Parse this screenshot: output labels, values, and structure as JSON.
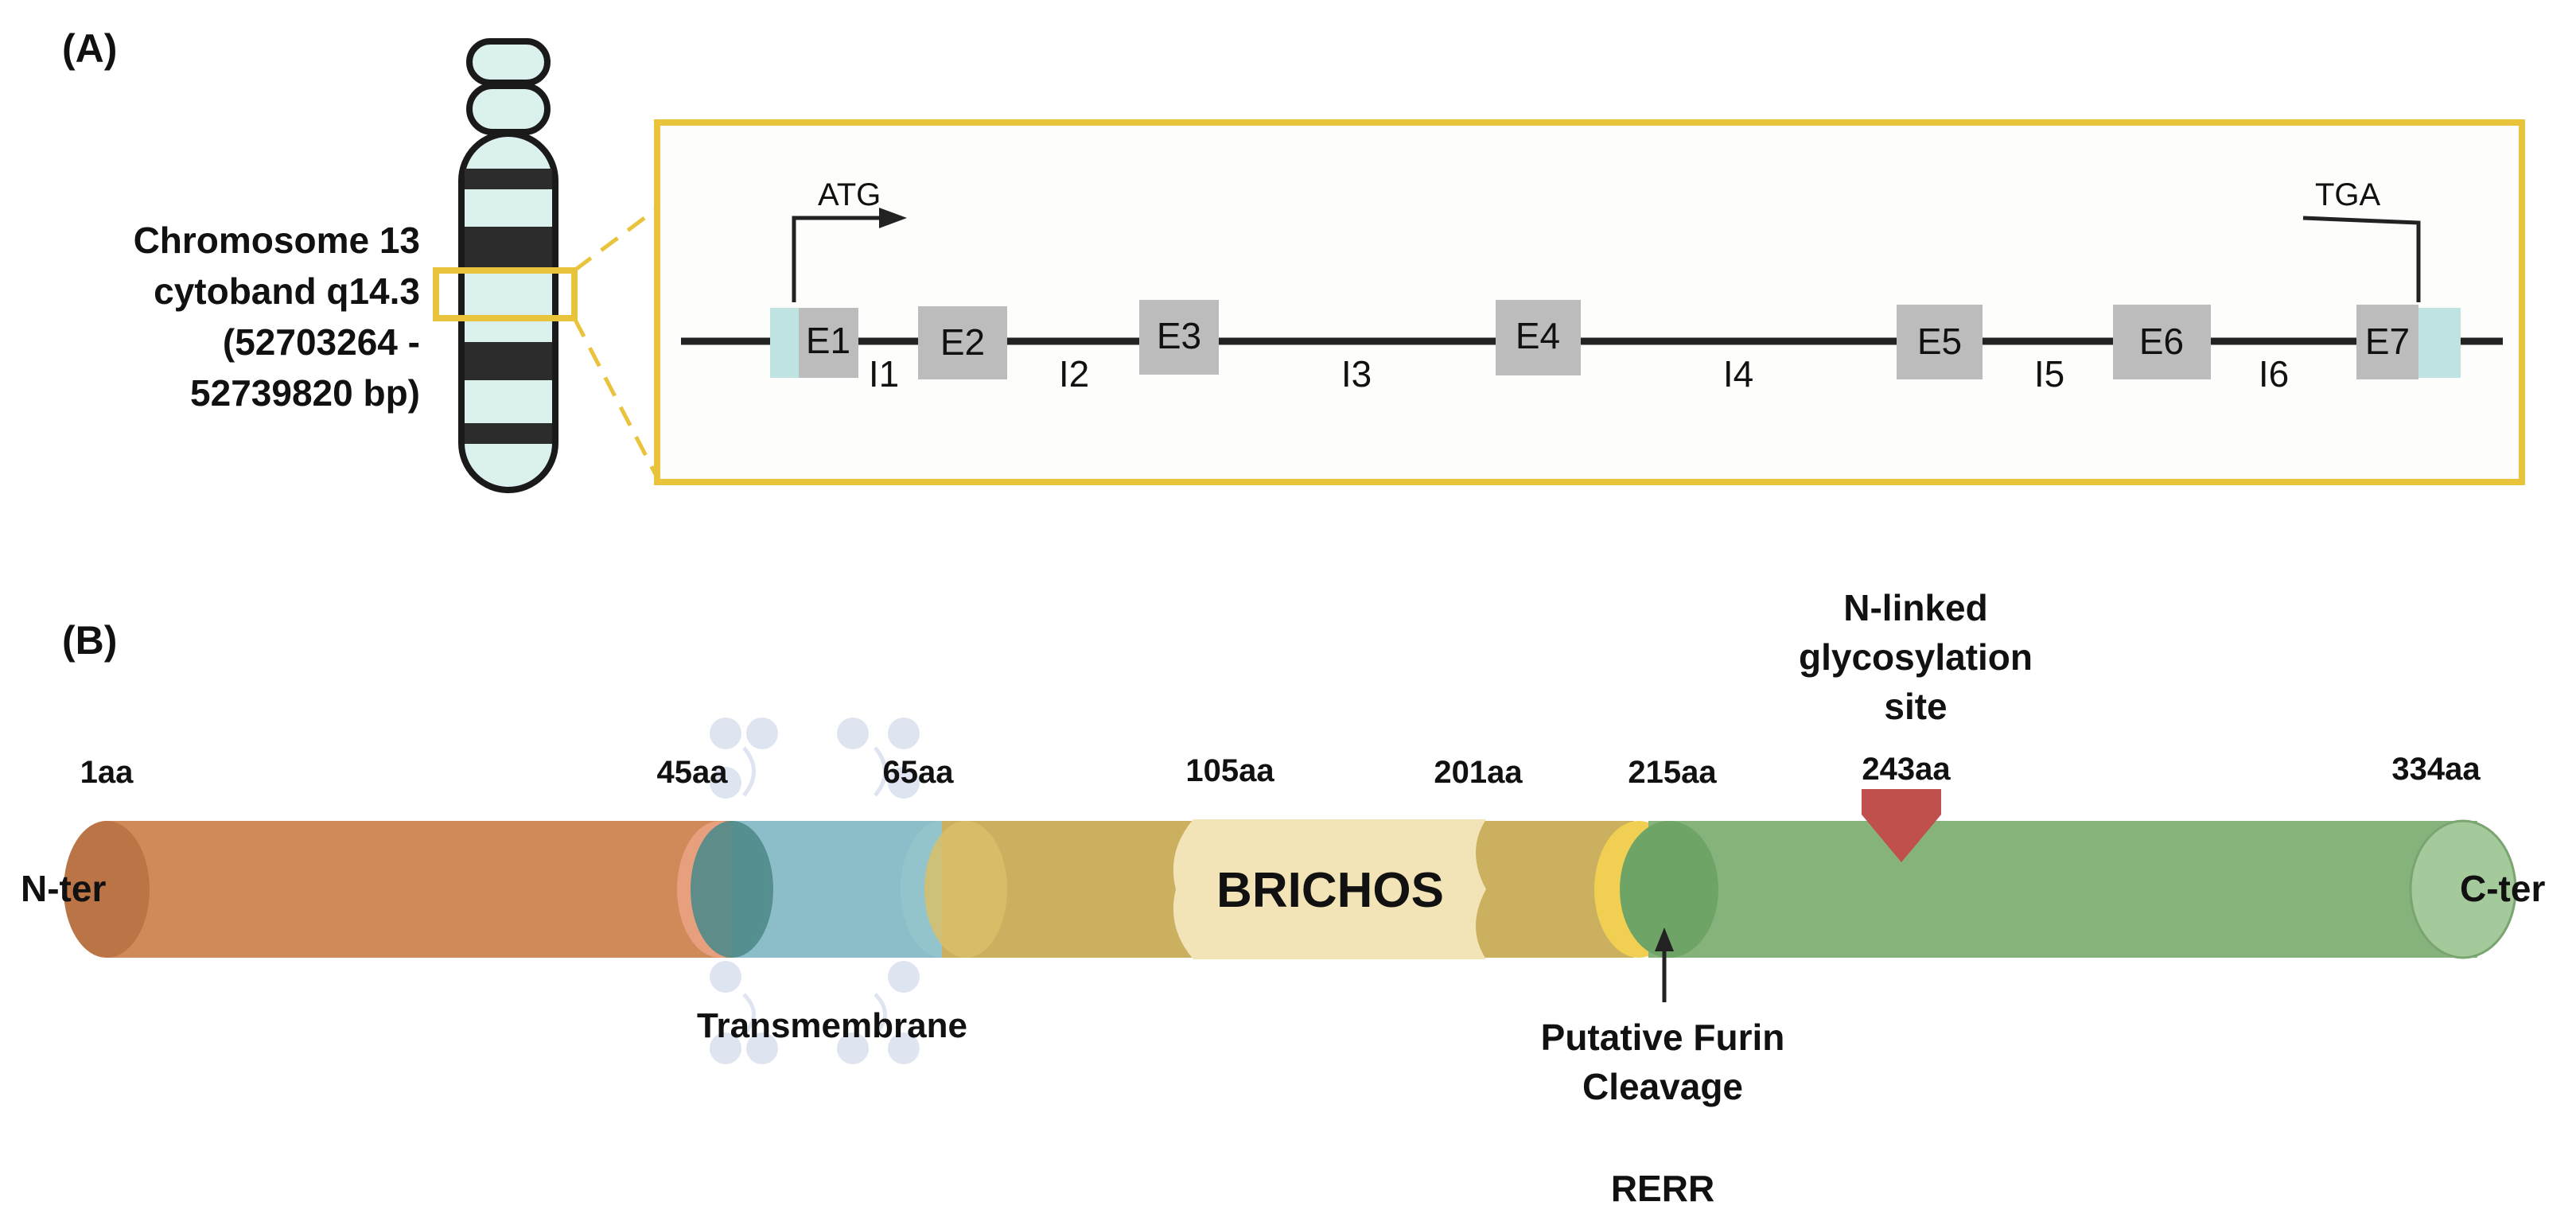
{
  "panel_a": {
    "label": "(A)",
    "chromosome_text": [
      "Chromosome 13",
      "cytoband q14.3",
      "(52703264 -",
      "52739820 bp)"
    ],
    "start_codon": "ATG",
    "stop_codon": "TGA",
    "exons": [
      "E1",
      "E2",
      "E3",
      "E4",
      "E5",
      "E6",
      "E7"
    ],
    "introns": [
      "I1",
      "I2",
      "I3",
      "I4",
      "I5",
      "I6"
    ],
    "colors": {
      "highlight": "#e9c33b",
      "exon": "#bcbcbc",
      "utr": "#bfe3e0",
      "chromosome_light": "#dbf1ee",
      "chromosome_dark": "#2c2c2c"
    }
  },
  "panel_b": {
    "label": "(B)",
    "n_term": "N-ter",
    "c_term": "C-ter",
    "positions": [
      "1aa",
      "45aa",
      "65aa",
      "105aa",
      "201aa",
      "215aa",
      "243aa",
      "334aa"
    ],
    "domain_brichos": "BRICHOS",
    "transmembrane": "Transmembrane",
    "glycosylation": [
      "N-linked",
      "glycosylation",
      "site"
    ],
    "furin": [
      "Putative Furin",
      "Cleavage"
    ],
    "furin_motif": "RERR",
    "colors": {
      "n_terminal": "#cf8a5a",
      "transmembrane": "#7fb7c3",
      "linker": "#cbb15f",
      "brichos": "#f2e4b6",
      "c_terminal": "#86b27c",
      "glycosylation_marker": "#c0504d",
      "cleavage_band": "#f0cf52"
    }
  }
}
